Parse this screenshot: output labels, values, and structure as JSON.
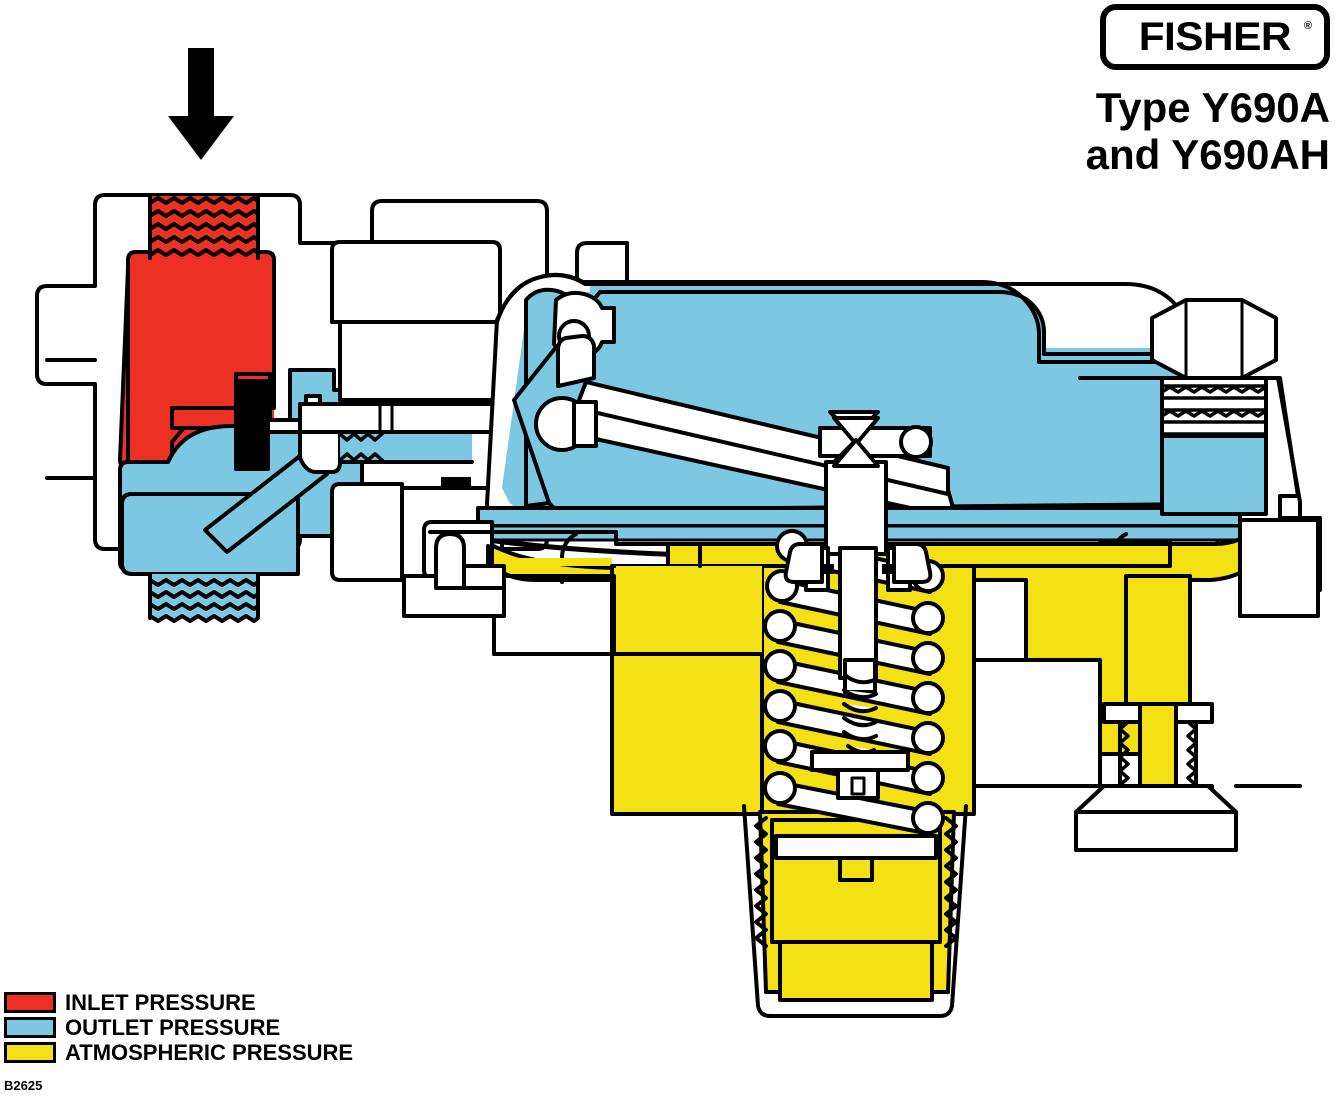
{
  "brand": {
    "logo_text": "FISHER",
    "registered_mark": "®",
    "title_line1": "Type Y690A",
    "title_line2": "and Y690AH"
  },
  "legend": {
    "items": [
      {
        "label": "INLET PRESSURE",
        "color": "#ED3024",
        "key": "inlet"
      },
      {
        "label": "OUTLET PRESSURE",
        "color": "#7CC8E3",
        "key": "outlet"
      },
      {
        "label": "ATMOSPHERIC PRESSURE",
        "color": "#F4E115",
        "key": "atmospheric"
      }
    ]
  },
  "figure": {
    "id": "B2625",
    "flow_arrow": "down-arrow-icon"
  },
  "colors": {
    "inlet": "#ED3024",
    "outlet": "#7CC8E3",
    "atmospheric": "#F4E115",
    "outline": "#000000",
    "metal": "#FFFFFF",
    "seat_disc": "#000000"
  },
  "diagram": {
    "name": "pressure-regulator-cutaway",
    "parts": [
      "inlet-chamber",
      "outlet-chamber",
      "valve-body",
      "valve-plug-stem",
      "lever-assembly",
      "diaphragm",
      "diaphragm-casing",
      "control-spring",
      "inner-spring",
      "spring-chamber",
      "adjusting-screw",
      "vent-assembly",
      "inlet-threads",
      "outlet-threads"
    ]
  }
}
